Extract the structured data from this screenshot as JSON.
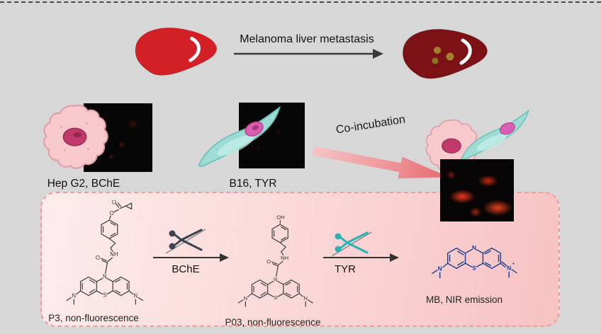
{
  "colors": {
    "background": "#d7d7d7",
    "liver_red": "#d31f26",
    "liver_dark": "#7c1216",
    "metastasis_dot": "#a3812c",
    "panel_border": "#ee9c9c",
    "panel_pink_light": "#fdecec",
    "panel_pink_deep": "#f7c2c2",
    "cell_pink": "#f7c9cd",
    "cell_teal": "#9edbd4",
    "nucleus_pink": "#c03a6b",
    "nucleus_magenta": "#d75fb1",
    "mb_blue": "#1d3e8f",
    "scissors_dark": "#3b4552",
    "scissors_teal": "#29b3b3",
    "arrow_pink": "#e4696e"
  },
  "top_section": {
    "arrow_label": "Melanoma liver metastasis"
  },
  "cells_section": {
    "hepg2_label": "Hep G2, BChE",
    "b16_label": "B16, TYR",
    "coincubation_label": "Co-incubation"
  },
  "panel": {
    "p3_caption": "P3, non-fluorescence",
    "p03_caption": "P03, non-fluorescence",
    "mb_caption": "MB, NIR emission",
    "enzyme1": "BChE",
    "enzyme2": "TYR"
  },
  "atoms": {
    "O": "O",
    "OH": "OH",
    "NH": "NH",
    "N": "N",
    "S": "S",
    "plus": "+"
  }
}
